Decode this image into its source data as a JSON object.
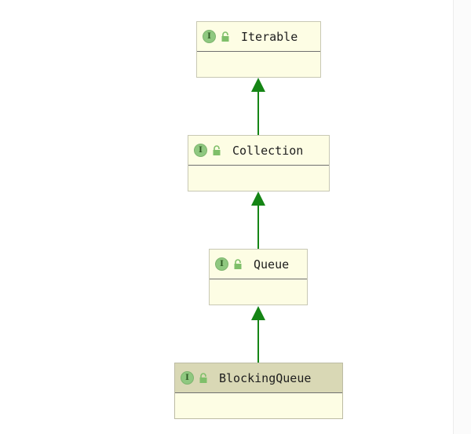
{
  "diagram": {
    "nodes": [
      {
        "id": "iterable",
        "name": "Iterable",
        "kind": "I",
        "selected": false
      },
      {
        "id": "collection",
        "name": "Collection",
        "kind": "I",
        "selected": false
      },
      {
        "id": "queue",
        "name": "Queue",
        "kind": "I",
        "selected": false
      },
      {
        "id": "blocking-queue",
        "name": "BlockingQueue",
        "kind": "I",
        "selected": true
      }
    ],
    "edges": [
      {
        "from": "collection",
        "to": "iterable",
        "type": "extends"
      },
      {
        "from": "queue",
        "to": "collection",
        "type": "extends"
      },
      {
        "from": "blocking-queue",
        "to": "queue",
        "type": "extends"
      }
    ],
    "colors": {
      "edge": "#158515",
      "interface_badge": "#8fc880",
      "lock_icon": "#7fbf6a",
      "node_fill": "#fdfde4",
      "selected_header": "#d9d8b5"
    }
  }
}
